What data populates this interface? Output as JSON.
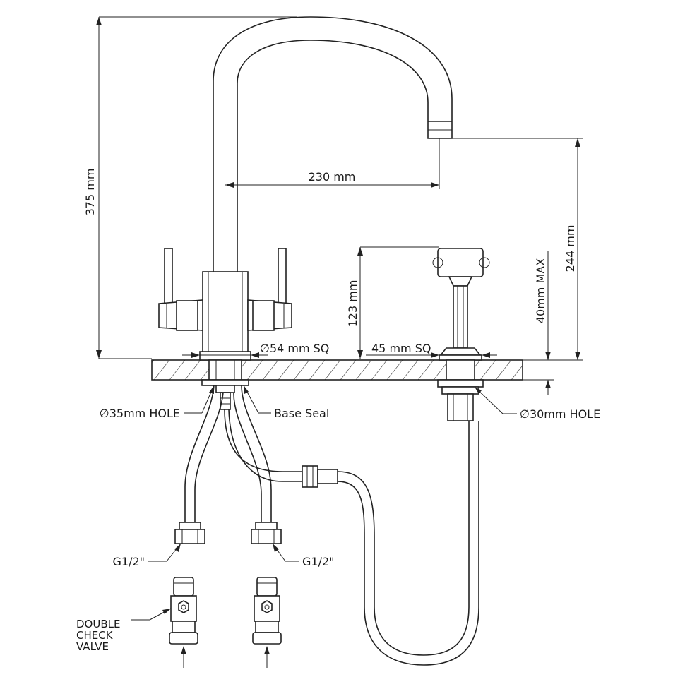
{
  "dimensions": {
    "height_total": "375 mm",
    "spout_reach": "230 mm",
    "outlet_height": "244 mm",
    "spray_height": "123 mm",
    "worktop_max": "40mm MAX",
    "base_square": "∅54 mm SQ",
    "spray_base_square": "45 mm SQ"
  },
  "callouts": {
    "hole_tap": "∅35mm HOLE",
    "base_seal": "Base Seal",
    "hole_spray": "∅30mm HOLE",
    "thread_left": "G1/2\"",
    "thread_right": "G1/2\"",
    "valve_line1": "DOUBLE",
    "valve_line2": "CHECK",
    "valve_line3": "VALVE"
  },
  "colors": {
    "line": "#222222",
    "background": "#ffffff"
  }
}
